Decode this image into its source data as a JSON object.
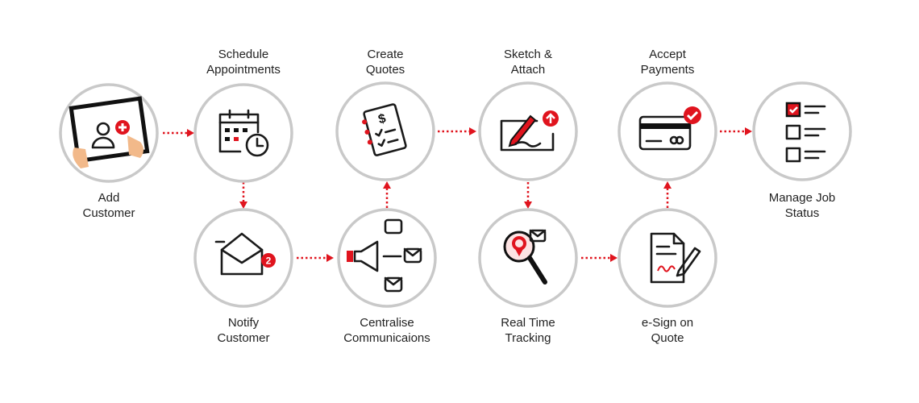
{
  "steps": [
    {
      "id": "add-customer",
      "label_1": "Add",
      "label_2": "Customer",
      "icon": "tablet-add-user-icon"
    },
    {
      "id": "schedule-appointments",
      "label_1": "Schedule",
      "label_2": "Appointments",
      "icon": "calendar-clock-icon"
    },
    {
      "id": "notify-customer",
      "label_1": "Notify",
      "label_2": "Customer",
      "icon": "envelope-notification-icon",
      "badge": "2"
    },
    {
      "id": "centralise-communications",
      "label_1": "Centralise",
      "label_2": "Communicaions",
      "icon": "megaphone-messages-icon"
    },
    {
      "id": "create-quotes",
      "label_1": "Create",
      "label_2": "Quotes",
      "icon": "notepad-dollar-icon",
      "symbol": "$"
    },
    {
      "id": "sketch-attach",
      "label_1": "Sketch &",
      "label_2": "Attach",
      "icon": "pen-upload-icon"
    },
    {
      "id": "real-time-tracking",
      "label_1": "Real Time",
      "label_2": "Tracking",
      "icon": "magnifier-location-icon"
    },
    {
      "id": "e-sign-quote",
      "label_1": "e-Sign on",
      "label_2": "Quote",
      "icon": "document-signature-icon"
    },
    {
      "id": "accept-payments",
      "label_1": "Accept",
      "label_2": "Payments",
      "icon": "credit-card-check-icon"
    },
    {
      "id": "manage-job-status",
      "label_1": "Manage Job",
      "label_2": "Status",
      "icon": "checklist-icon"
    }
  ],
  "colors": {
    "accent": "#e0141e",
    "ring": "#c9c9c9",
    "text": "#222222"
  }
}
